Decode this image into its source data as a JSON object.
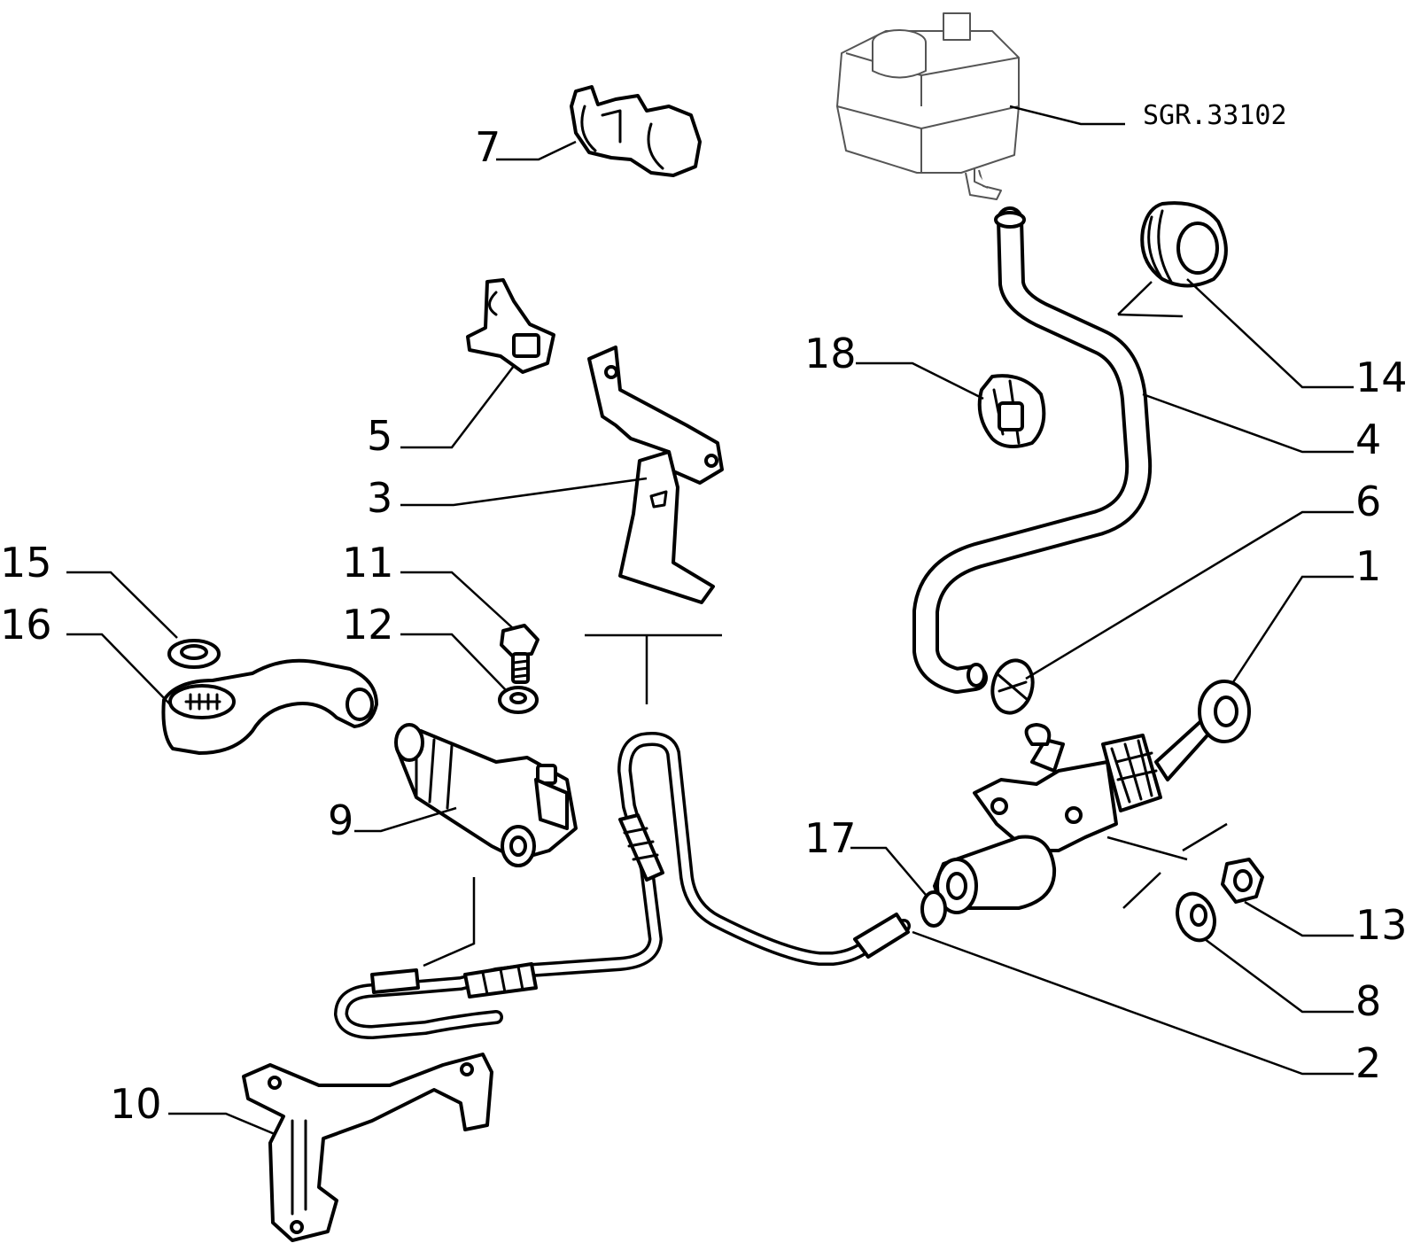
{
  "reference_code": "SGR.33102",
  "callouts": [
    {
      "id": "1",
      "label": "1"
    },
    {
      "id": "2",
      "label": "2"
    },
    {
      "id": "3",
      "label": "3"
    },
    {
      "id": "4",
      "label": "4"
    },
    {
      "id": "5",
      "label": "5"
    },
    {
      "id": "6",
      "label": "6"
    },
    {
      "id": "7",
      "label": "7"
    },
    {
      "id": "8",
      "label": "8"
    },
    {
      "id": "9",
      "label": "9"
    },
    {
      "id": "10",
      "label": "10"
    },
    {
      "id": "11",
      "label": "11"
    },
    {
      "id": "12",
      "label": "12"
    },
    {
      "id": "13",
      "label": "13"
    },
    {
      "id": "14",
      "label": "14"
    },
    {
      "id": "15",
      "label": "15"
    },
    {
      "id": "16",
      "label": "16"
    },
    {
      "id": "17",
      "label": "17"
    },
    {
      "id": "18",
      "label": "18"
    }
  ]
}
